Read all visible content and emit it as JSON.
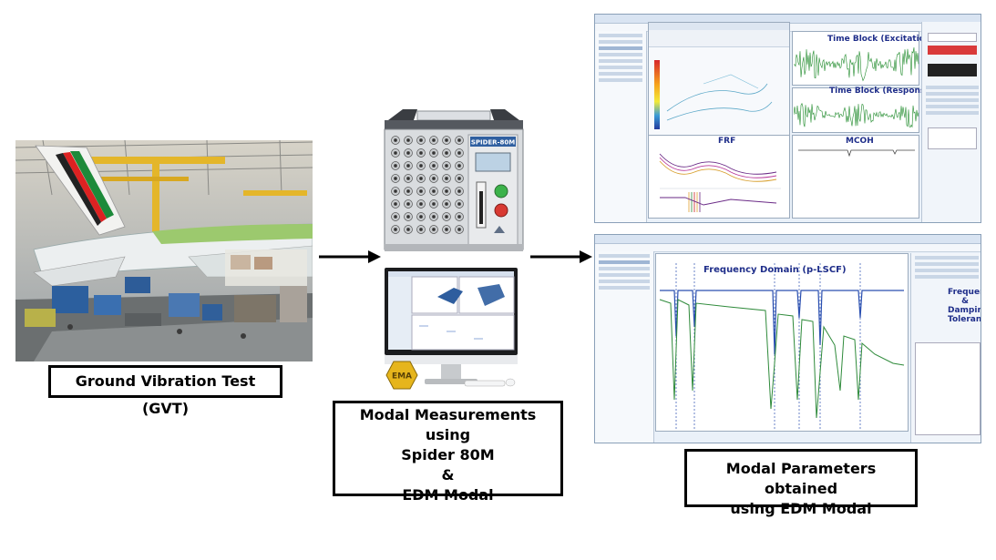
{
  "captions": {
    "gvt": "Ground Vibration Test (GVT)",
    "measure_lines": [
      "Modal Measurements using",
      "Spider 80M",
      "&",
      "EDM Modal"
    ],
    "params_lines": [
      "Modal Parameters obtained",
      "using EDM Modal"
    ]
  },
  "device": {
    "badge": "SPIDER-80M"
  },
  "ema_badge": "EMA",
  "top_screen": {
    "plots": {
      "excitation": "Time Block (Excitation)",
      "response": "Time Block (Response)",
      "frf": "FRF",
      "mcoh": "MCOH"
    }
  },
  "bottom_screen": {
    "plot_title": "Frequency Domain (p-LSCF)",
    "annotation_lines": [
      "Frequency",
      "&",
      "Damping",
      "Tolerances"
    ]
  },
  "colors": {
    "border": "#000000",
    "arrow": "#000000",
    "ui_bg": "#eaf1f9",
    "plot_title": "#1f2e8a",
    "signal_green": "#1e8a2a"
  }
}
